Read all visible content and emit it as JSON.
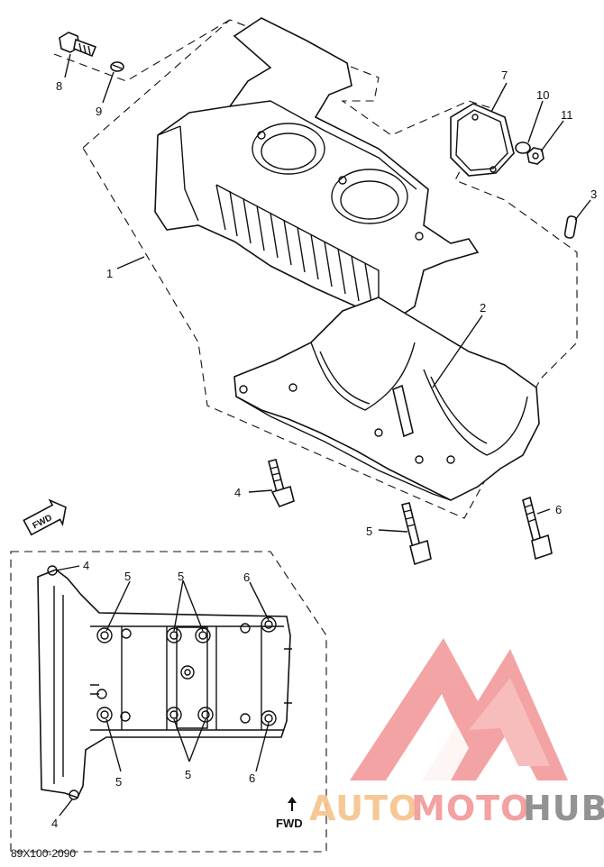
{
  "diagram_code": "89X100-2090",
  "exploded_view": {
    "callouts": {
      "c1": "1",
      "c2": "2",
      "c3": "3",
      "c4": "4",
      "c5": "5",
      "c6": "6",
      "c7": "7",
      "c8": "8",
      "c9": "9",
      "c10": "10",
      "c11": "11"
    },
    "fwd_badge": "FWD"
  },
  "bottom_view": {
    "callouts": {
      "c4_top": "4",
      "c4_bottom": "4",
      "c5_tl": "5",
      "c5_tc": "5",
      "c5_bl": "5",
      "c5_bc": "5",
      "c6_top": "6",
      "c6_bottom": "6"
    },
    "fwd_label": "FWD"
  },
  "watermark": {
    "part1": "AUTO",
    "part2": "MOTO",
    "part3": "HUB",
    "colors": {
      "logo": "#f29a9a",
      "auto": "#f6c48d",
      "moto": "#f29a9a",
      "hub": "#8a8a8a"
    }
  }
}
